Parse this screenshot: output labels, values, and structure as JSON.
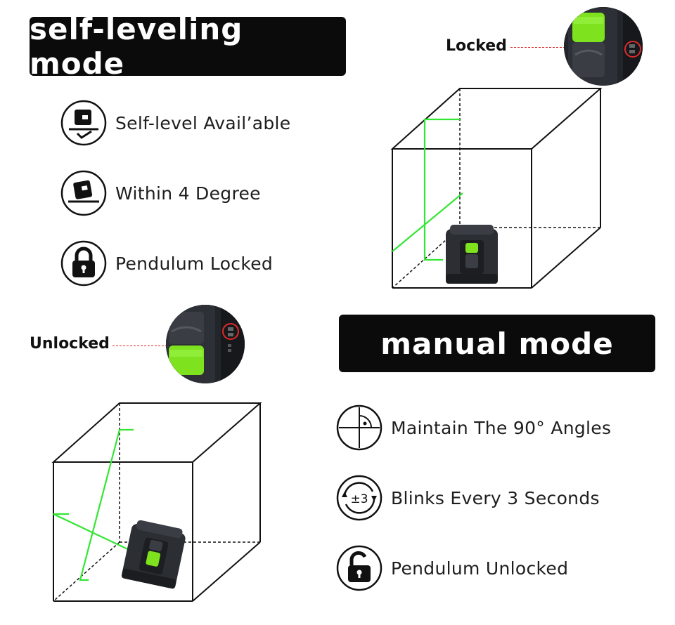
{
  "self_leveling": {
    "title": "self-leveling mode",
    "features": [
      {
        "icon": "self-level-device-icon",
        "label": "Self-level Avail’able"
      },
      {
        "icon": "within-degree-device-icon",
        "label": "Within 4 Degree"
      },
      {
        "icon": "locked-padlock-icon",
        "label": "Pendulum Locked"
      }
    ],
    "switch_label": "Locked"
  },
  "manual": {
    "title": "manual mode",
    "features": [
      {
        "icon": "right-angle-icon",
        "label": "Maintain The 90° Angles"
      },
      {
        "icon": "blink-cycle-icon",
        "label": "Blinks Every 3 Seconds",
        "icon_text": "±3"
      },
      {
        "icon": "unlocked-padlock-icon",
        "label": "Pendulum Unlocked"
      }
    ],
    "switch_label": "Unlocked"
  },
  "colors": {
    "banner": "#0b0b0b",
    "laser": "#33e633",
    "switch_green": "#7ee21f",
    "callout_red": "#e02a2a",
    "device_body": "#2b2e33"
  }
}
